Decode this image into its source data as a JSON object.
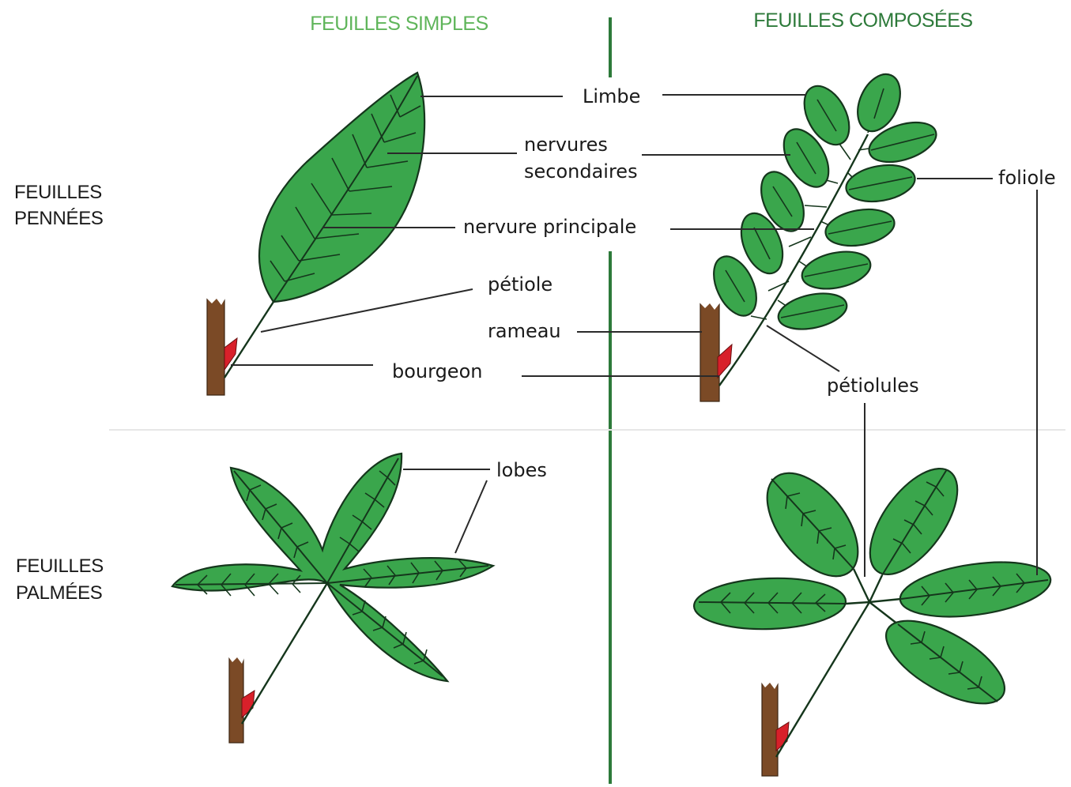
{
  "headers": {
    "simple": "FEUILLES SIMPLES",
    "compound": "FEUILLES COMPOSÉES",
    "simple_color": "#5fb55a",
    "compound_color": "#2d7a3a"
  },
  "rows": {
    "pinnate": [
      "FEUILLES",
      "PENNÉES"
    ],
    "palmate": [
      "FEUILLES",
      "PALMÉES"
    ]
  },
  "labels": {
    "limbe": "Limbe",
    "nervures_secondaires": [
      "nervures",
      "secondaires"
    ],
    "nervure_principale": "nervure principale",
    "petiole": "pétiole",
    "rameau": "rameau",
    "bourgeon": "bourgeon",
    "foliole": "foliole",
    "petiolules": "pétiolules",
    "lobes": "lobes"
  },
  "colors": {
    "leaf": "#3aa64c",
    "vein": "#15361c",
    "branch": "#7b4a26",
    "bud": "#d8202a",
    "divider": "#2d7a3a"
  }
}
